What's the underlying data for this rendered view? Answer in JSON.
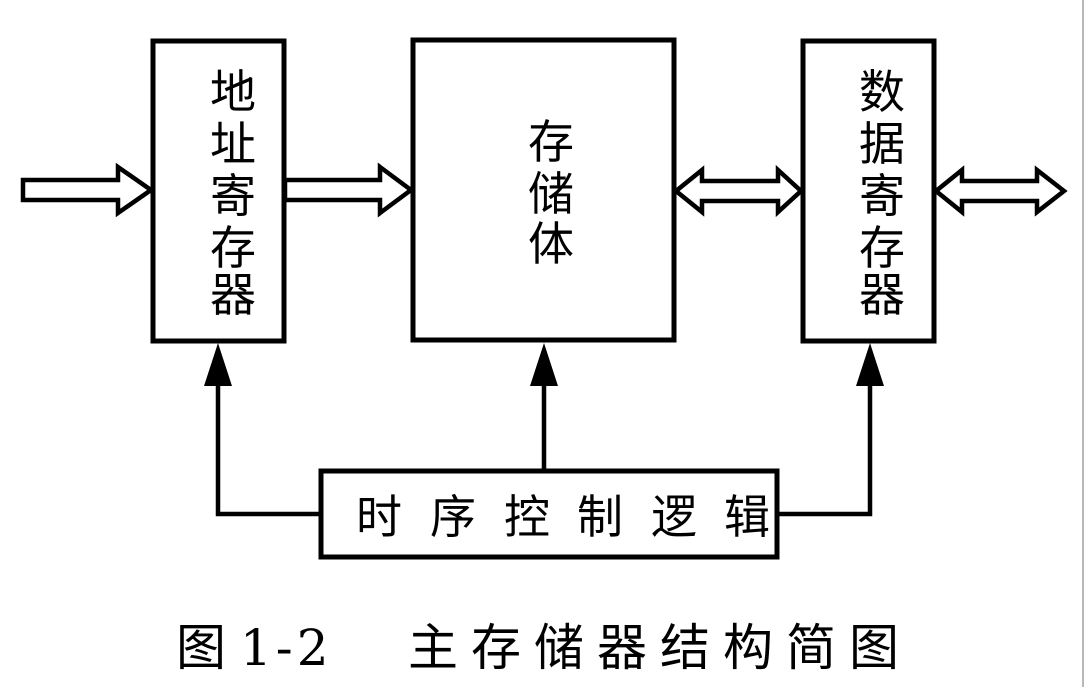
{
  "diagram": {
    "title": "主存储器结构简图",
    "caption": {
      "figure_label": "图",
      "figure_number": "1-2",
      "title": "主存储器结构简图"
    },
    "nodes": [
      {
        "id": "address-register",
        "label": "地址寄存器",
        "chars": [
          "地",
          "址",
          "寄",
          "存",
          "器"
        ],
        "orientation": "vertical"
      },
      {
        "id": "memory-body",
        "label": "存储体",
        "chars": [
          "存",
          "储",
          "体"
        ],
        "orientation": "vertical"
      },
      {
        "id": "data-register",
        "label": "数据寄存器",
        "chars": [
          "数",
          "据",
          "寄",
          "存",
          "器"
        ],
        "orientation": "vertical"
      },
      {
        "id": "timing-control-logic",
        "label": "时序控制逻辑",
        "chars": [
          "时",
          "序",
          "控",
          "制",
          "逻",
          "辑"
        ],
        "orientation": "horizontal"
      }
    ],
    "edges": [
      {
        "from": "external-input",
        "to": "address-register",
        "style": "hollow-arrow",
        "direction": "one-way"
      },
      {
        "from": "address-register",
        "to": "memory-body",
        "style": "hollow-arrow",
        "direction": "one-way"
      },
      {
        "from": "memory-body",
        "to": "data-register",
        "style": "hollow-arrow",
        "direction": "two-way"
      },
      {
        "from": "data-register",
        "to": "external-data-bus",
        "style": "hollow-arrow",
        "direction": "two-way"
      },
      {
        "from": "timing-control-logic",
        "to": "address-register",
        "style": "solid-arrow",
        "direction": "one-way"
      },
      {
        "from": "timing-control-logic",
        "to": "memory-body",
        "style": "solid-arrow",
        "direction": "one-way"
      },
      {
        "from": "timing-control-logic",
        "to": "data-register",
        "style": "solid-arrow",
        "direction": "one-way"
      }
    ]
  }
}
